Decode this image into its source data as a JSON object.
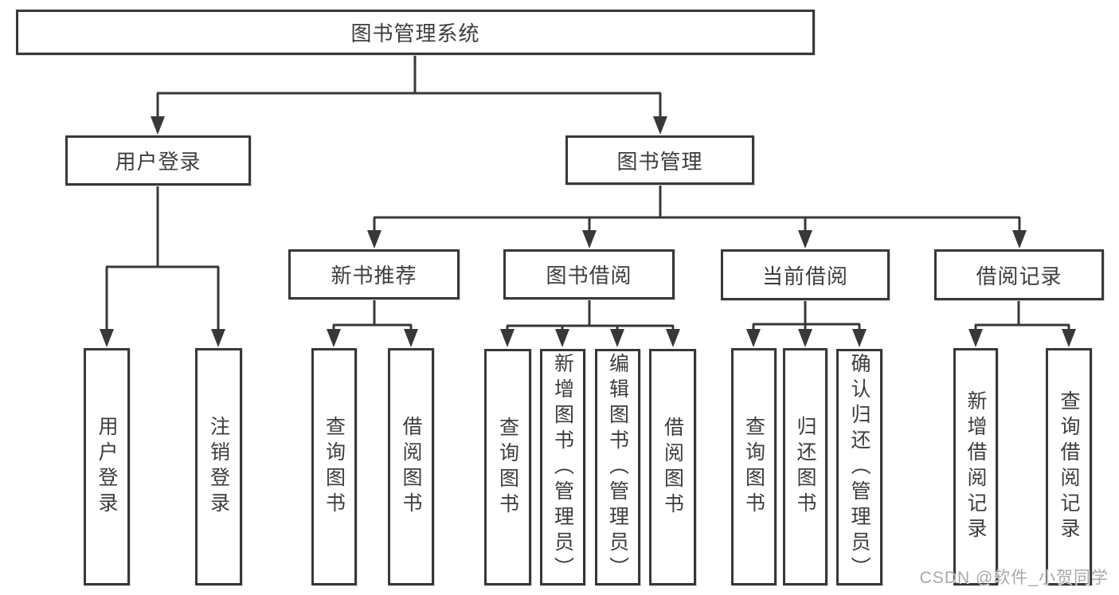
{
  "diagram": {
    "type": "tree",
    "title": "图书管理系统",
    "watermark": "CSDN @软件_小贺同学",
    "colors": {
      "line": "#383838",
      "text": "#3d3d3d",
      "box_fill": "#ffffff",
      "watermark": "#a8a8a8"
    },
    "nodes": {
      "root": "图书管理系统",
      "login": "用户登录",
      "mgmt": "图书管理",
      "rec": "新书推荐",
      "borrow": "图书借阅",
      "current": "当前借阅",
      "record": "借阅记录",
      "login_user": "用户登录",
      "login_logout": "注销登录",
      "rec_query": "查询图书",
      "rec_borrow": "借阅图书",
      "borrow_query": "查询图书",
      "borrow_add": "新增图书（管理员）",
      "borrow_edit": "编辑图书（管理员）",
      "borrow_borrow": "借阅图书",
      "current_query": "查询图书",
      "current_return": "归还图书",
      "current_confirm": "确认归还（管理员）",
      "record_add": "新增借阅记录",
      "record_query": "查询借阅记录"
    },
    "edges": [
      [
        "root",
        "login"
      ],
      [
        "root",
        "mgmt"
      ],
      [
        "login",
        "login_user"
      ],
      [
        "login",
        "login_logout"
      ],
      [
        "mgmt",
        "rec"
      ],
      [
        "mgmt",
        "borrow"
      ],
      [
        "mgmt",
        "current"
      ],
      [
        "mgmt",
        "record"
      ],
      [
        "rec",
        "rec_query"
      ],
      [
        "rec",
        "rec_borrow"
      ],
      [
        "borrow",
        "borrow_query"
      ],
      [
        "borrow",
        "borrow_add"
      ],
      [
        "borrow",
        "borrow_edit"
      ],
      [
        "borrow",
        "borrow_borrow"
      ],
      [
        "current",
        "current_query"
      ],
      [
        "current",
        "current_return"
      ],
      [
        "current",
        "current_confirm"
      ],
      [
        "record",
        "record_add"
      ],
      [
        "record",
        "record_query"
      ]
    ]
  }
}
